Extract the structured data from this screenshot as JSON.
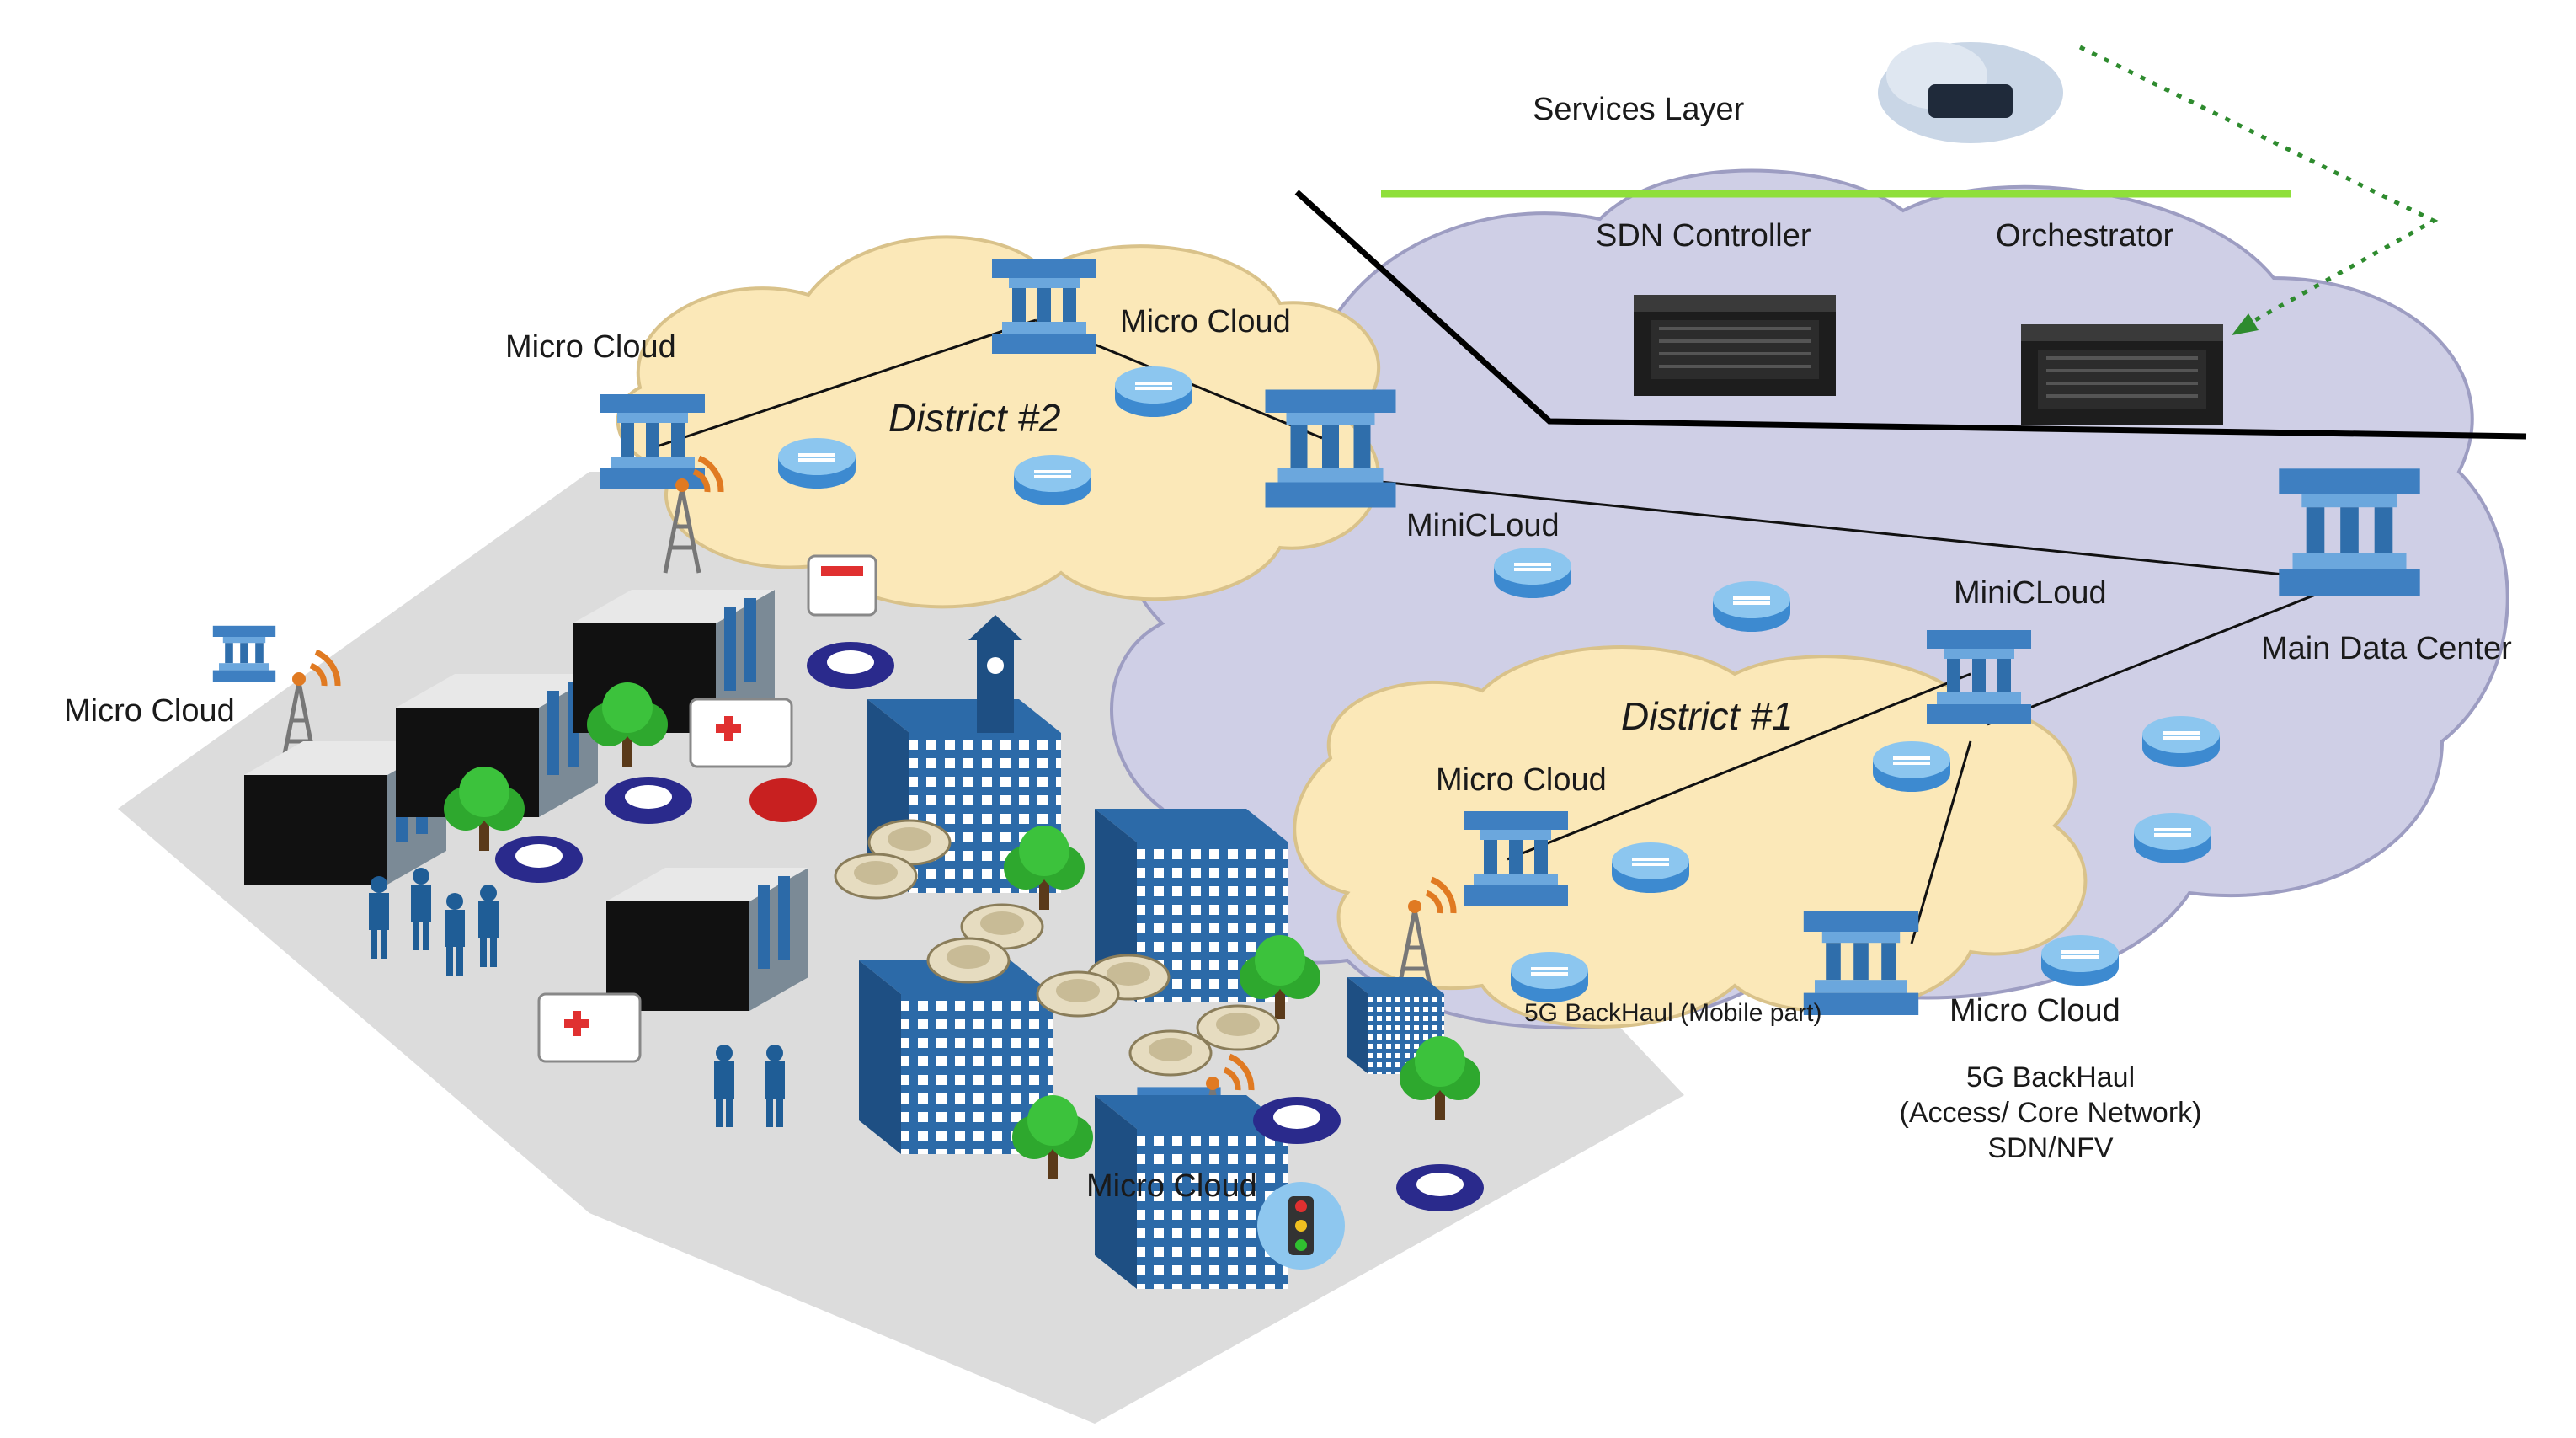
{
  "labels": {
    "services_layer": "Services Layer",
    "sdn_controller": "SDN Controller",
    "orchestrator": "Orchestrator",
    "main_data_center": "Main Data Center",
    "minicloud_top": "MiniCLoud",
    "minicloud_right": "MiniCLoud",
    "district_2": "District #2",
    "district_1": "District #1",
    "micro_cloud_d2_left": "Micro Cloud",
    "micro_cloud_d2_right": "Micro Cloud",
    "micro_cloud_city_left": "Micro Cloud",
    "micro_cloud_d1_left": "Micro Cloud",
    "micro_cloud_d1_right": "Micro Cloud",
    "micro_cloud_city_bottom": "Micro Cloud",
    "backhaul_mobile": "5G BackHaul (Mobile part)",
    "backhaul_core_line1": "5G BackHaul",
    "backhaul_core_line2": "(Access/ Core Network)",
    "backhaul_core_line3": "SDN/NFV"
  },
  "colors": {
    "core_cloud": "#cfcfe6",
    "district_cloud": "#fbe8b8",
    "city_ground": "#dcdcdc",
    "node_blue": "#3e7fc1",
    "services_line": "#8fdf3a",
    "dotted_link": "#2e8b2e"
  }
}
